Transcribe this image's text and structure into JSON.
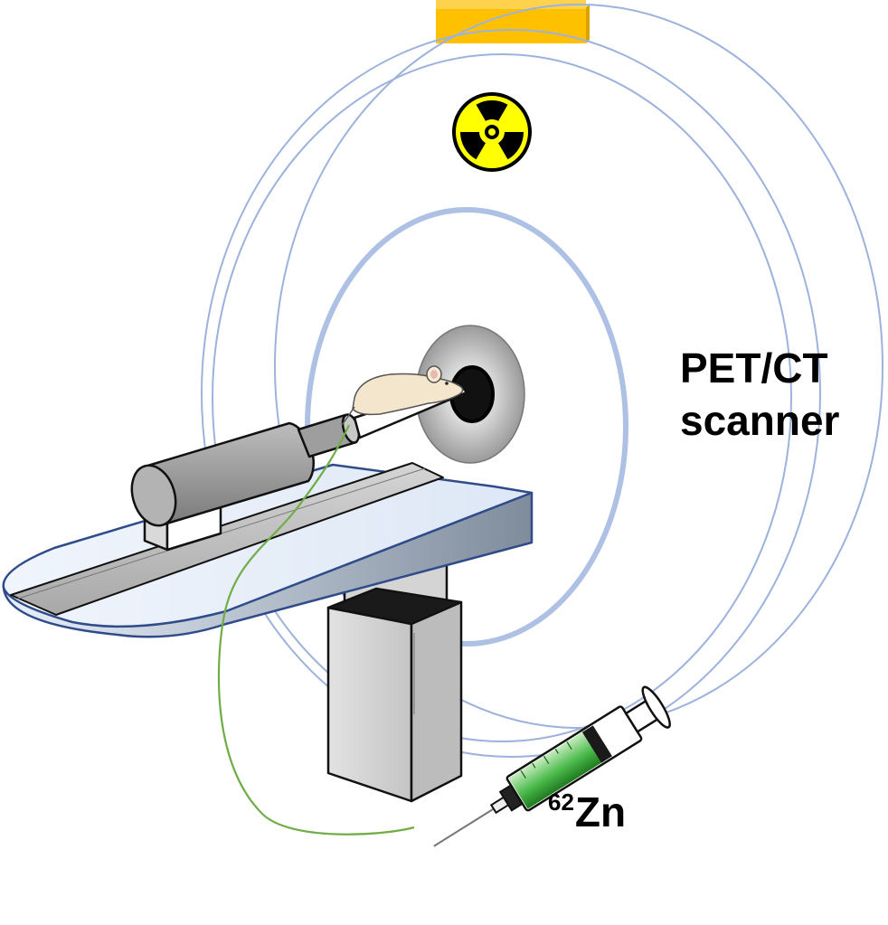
{
  "labels": {
    "scanner_line1": "PET/CT",
    "scanner_line2": "scanner",
    "isotope_mass_number": "62",
    "isotope_symbol": "Zn"
  },
  "icons": {
    "radiation": "radiation-trefoil-icon",
    "mouse": "mouse-icon",
    "syringe": "syringe-icon"
  },
  "colors": {
    "ring_outline": "#9db2dc",
    "radiation_yellow": "#ffff00",
    "gantry_top_block": "#ffc000",
    "tracer_line": "#70ad47",
    "syringe_liquid": "#3aa83a",
    "bed_fill": "#e6eef8",
    "bed_edge": "#2f4b8a",
    "pedestal_gray": "#d0d0d0"
  }
}
